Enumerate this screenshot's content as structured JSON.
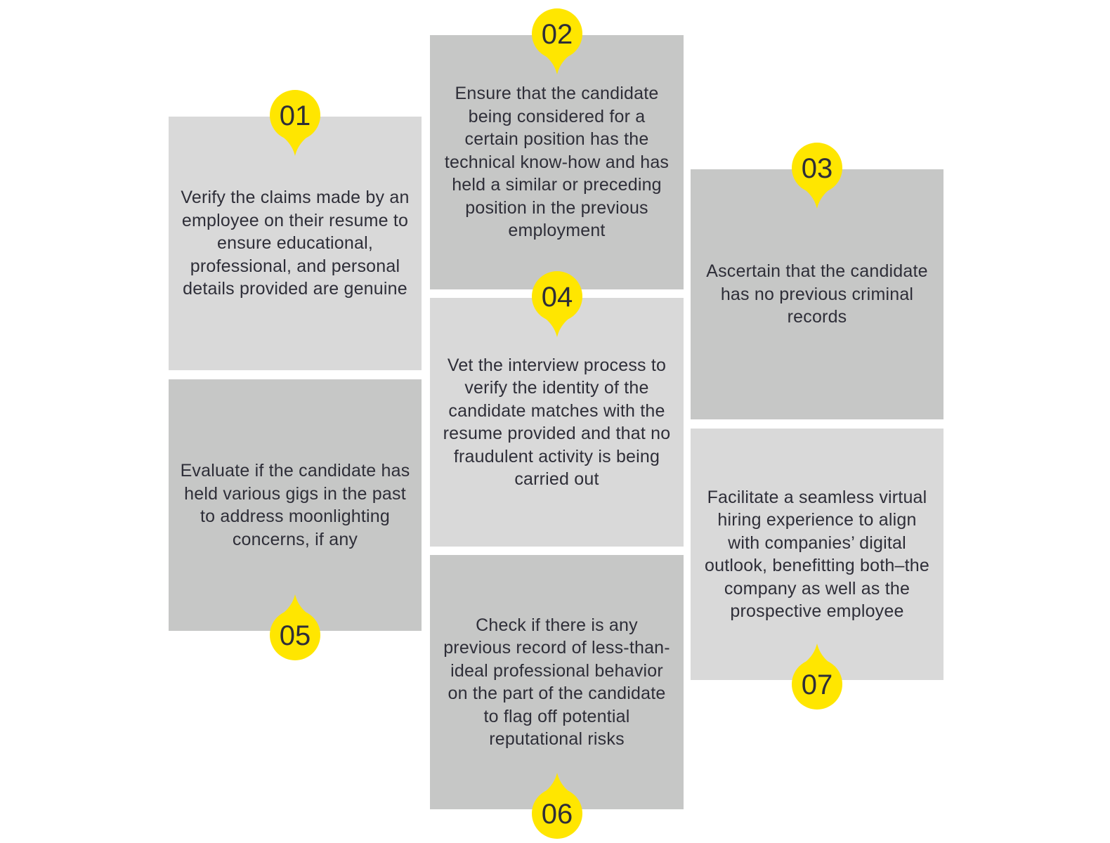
{
  "colors": {
    "accent": "#ffe600",
    "light": "#d9d9d9",
    "dark": "#c6c7c6",
    "text": "#2e2e38"
  },
  "steps": [
    {
      "number": "01",
      "badge": "top",
      "shade": "light",
      "text": "Verify the claims made by an employee on their resume to ensure educational, professional, and personal details provided are genuine"
    },
    {
      "number": "02",
      "badge": "top",
      "shade": "dark",
      "text": "Ensure that the candidate being considered for a certain position has the technical know-how and has held a similar or preceding position in the previous employment"
    },
    {
      "number": "03",
      "badge": "top",
      "shade": "dark",
      "text": "Ascertain that the candidate has no previous criminal records"
    },
    {
      "number": "04",
      "badge": "top",
      "shade": "light",
      "text": "Vet the interview process to verify the identity of the candidate matches with the resume provided and that no fraudulent activity is being carried out"
    },
    {
      "number": "05",
      "badge": "bottom",
      "shade": "dark",
      "text": "Evaluate if the candidate has held various gigs in the past to address moonlighting concerns, if any"
    },
    {
      "number": "06",
      "badge": "bottom",
      "shade": "dark",
      "text": "Check if there is any previous record of less-than-ideal professional behavior on the part of the candidate to flag off potential reputational risks"
    },
    {
      "number": "07",
      "badge": "bottom",
      "shade": "light",
      "text": "Facilitate a seamless virtual hiring experience to align with companies’ digital outlook, benefitting both–the company as well as the prospective employee"
    }
  ]
}
